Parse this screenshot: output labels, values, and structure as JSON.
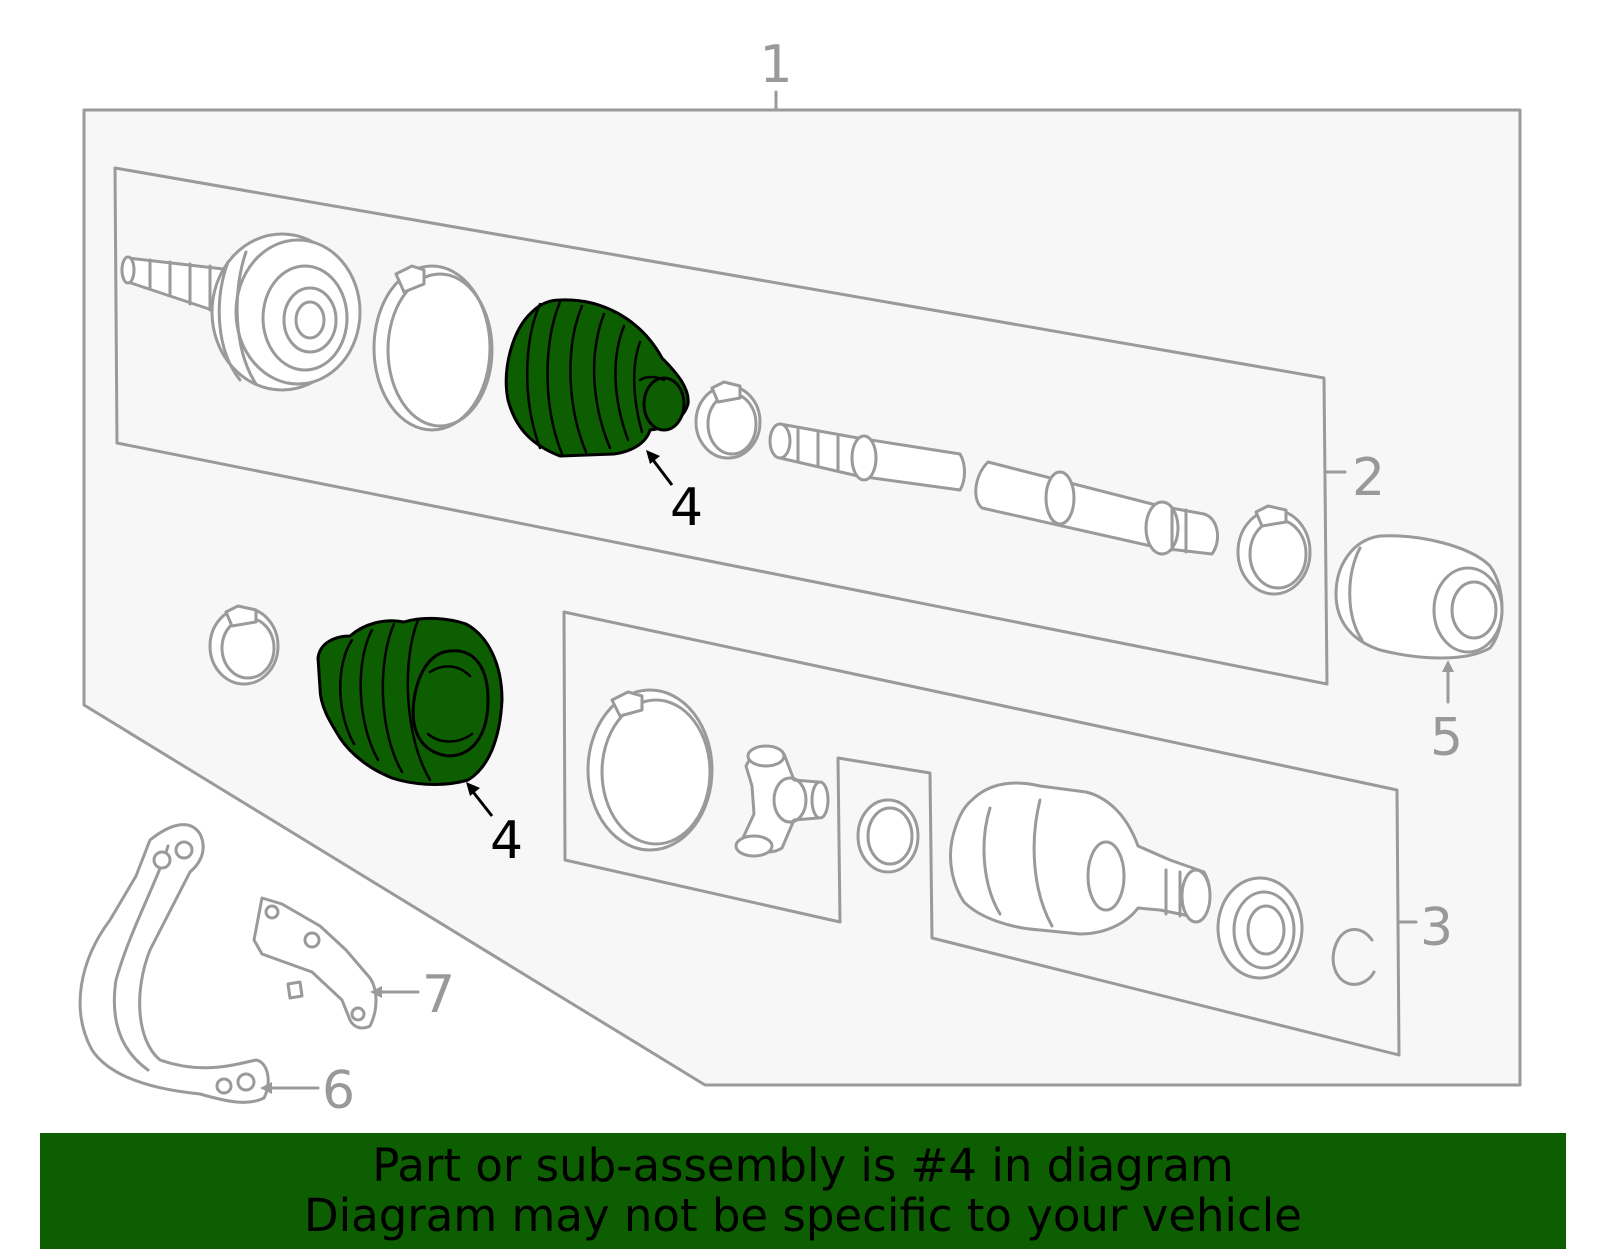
{
  "callouts": {
    "c1": "1",
    "c2": "2",
    "c3": "3",
    "c4a": "4",
    "c4b": "4",
    "c5": "5",
    "c6": "6",
    "c7": "7"
  },
  "banner": {
    "line1": "Part or sub-assembly is #4 in diagram",
    "line2": "Diagram may not be specific to your vehicle"
  },
  "colors": {
    "highlight": "#0d5e00",
    "outline": "#9a9a9a",
    "panel": "#f7f7f7"
  }
}
